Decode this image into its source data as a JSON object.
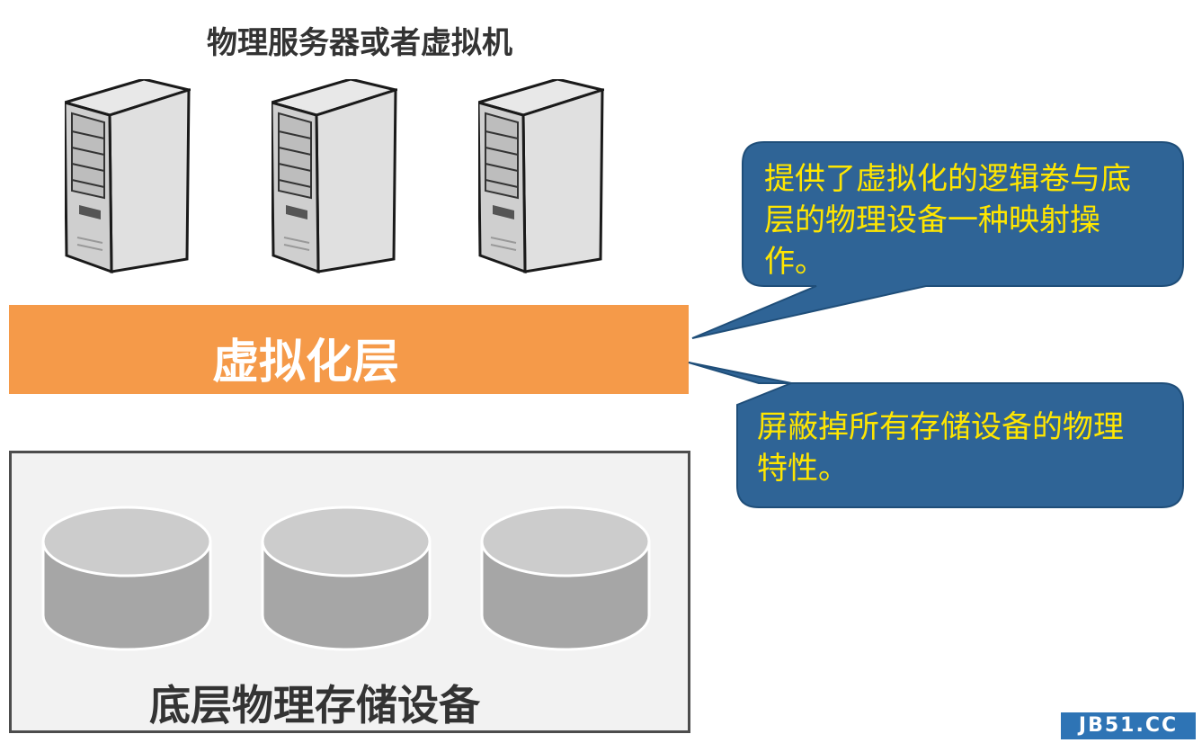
{
  "servers": {
    "title": "物理服务器或者虚拟机",
    "count": 3
  },
  "virtualization_layer": {
    "label": "虚拟化层",
    "color": "#f59a49"
  },
  "storage": {
    "label": "底层物理存储设备",
    "disk_count": 3
  },
  "callouts": [
    {
      "text": "提供了虚拟化的逻辑卷与底层的物理设备一种映射操作。"
    },
    {
      "text": "屏蔽掉所有存储设备的物理特性。"
    }
  ],
  "colors": {
    "callout_fill": "#2f6496",
    "callout_text": "#ffe600",
    "watermark_bg": "#2e74b5"
  },
  "icons": {
    "server": "server-tower-icon",
    "disk": "disk-cylinder-icon"
  },
  "watermark": "JB51.CC"
}
